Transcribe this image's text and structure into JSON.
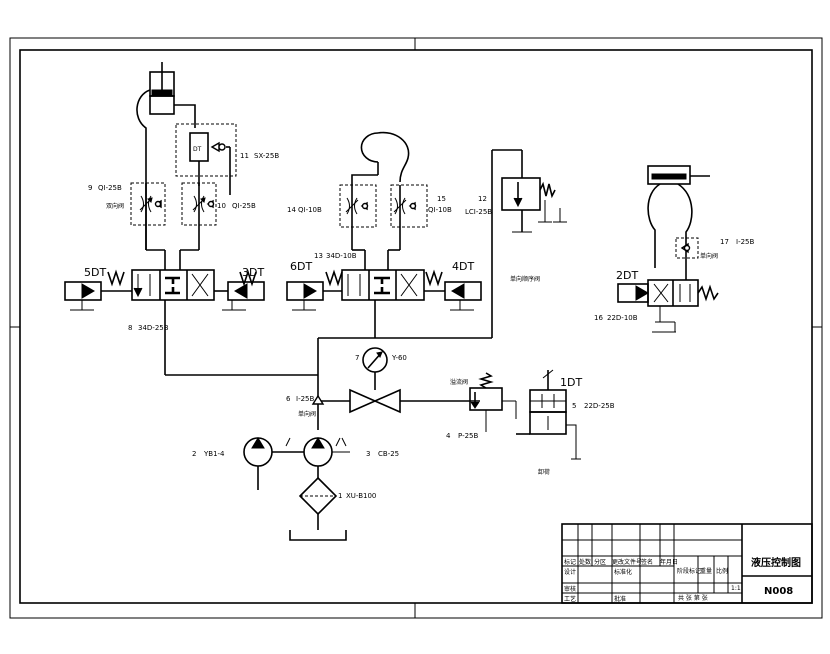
{
  "labels": {
    "c11": "11",
    "c11_model": "SX-25B",
    "c9": "9",
    "c9_model": "QI-25B",
    "c9_note": "双向阀",
    "c10": "10",
    "c10_model": "QI-25B",
    "c14": "14",
    "c14_model": "QI-10B",
    "c15": "15",
    "c15_model": "QI-10B",
    "c12": "12",
    "c12_model": "LCI-25B",
    "c12_note": "单向顺序阀",
    "c13": "13",
    "c13_model": "34D-10B",
    "c8": "8",
    "c8_model": "34D-25B",
    "c17": "17",
    "c17_model": "I-25B",
    "c17_note": "单向阀",
    "c16": "16",
    "c16_model": "22D-10B",
    "c7": "7",
    "c7_model": "Y-60",
    "c6": "6",
    "c6_model": "I-25B",
    "c6_note": "单向阀",
    "c4": "4",
    "c4_model": "P-25B",
    "c4_note": "溢流阀",
    "c5": "5",
    "c5_model": "22D-25B",
    "c5_note": "卸荷",
    "c2": "2",
    "c2_model": "YB1-4",
    "c3": "3",
    "c3_model": "CB-25",
    "c1": "1",
    "c1_model": "XU-B100",
    "sol_5dt": "5DT",
    "sol_3dt": "3DT",
    "sol_6dt": "6DT",
    "sol_4dt": "4DT",
    "sol_2dt": "2DT",
    "sol_1dt": "1DT"
  },
  "title_block": {
    "title": "液压控制图",
    "drawing_no": "N008",
    "scale": "1:1",
    "r_mark": "标记",
    "r_count": "处数",
    "r_zone": "分区",
    "r_docno": "更改文件号",
    "r_sign": "签名",
    "r_date": "年月日",
    "r_design": "设计",
    "r_std": "标准化",
    "r_check": "审核",
    "r_process": "工艺",
    "r_approve": "批准",
    "r_stage": "阶段标记",
    "r_weight": "重量",
    "r_ratio": "比例",
    "r_sheets": "共 张  第 张"
  }
}
